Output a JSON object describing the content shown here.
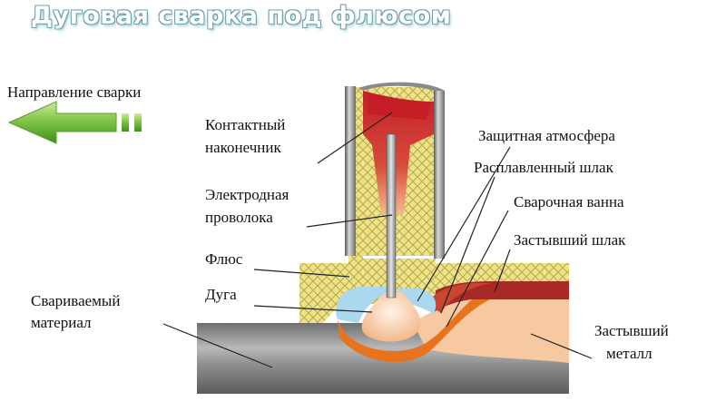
{
  "title": "Дуговая сварка под флюсом",
  "direction_label": "Направление сварки",
  "labels": {
    "contact_tip": [
      "Контактный",
      "наконечник"
    ],
    "electrode_wire": [
      "Электродная",
      "проволока"
    ],
    "flux": "Флюс",
    "arc": "Дуга",
    "base_material": [
      "Свариваемый",
      "материал"
    ],
    "shielding_atmosphere": "Защитная атмосфера",
    "molten_slag": "Расплавленный шлак",
    "weld_pool": "Сварочная ванна",
    "solidified_slag": "Застывший шлак",
    "solidified_metal": [
      "Застывший",
      "металл"
    ]
  },
  "colors": {
    "arrow_green": "#7bc043",
    "flux_yellow": "#efe38a",
    "tip_red": "#b8202a",
    "slag_red": "#a82a26",
    "pool_orange": "#e8731e",
    "metal_peach": "#f6c9a0",
    "atmosphere_blue": "#a9d8ef",
    "base_gray": "#8a8a8a"
  }
}
